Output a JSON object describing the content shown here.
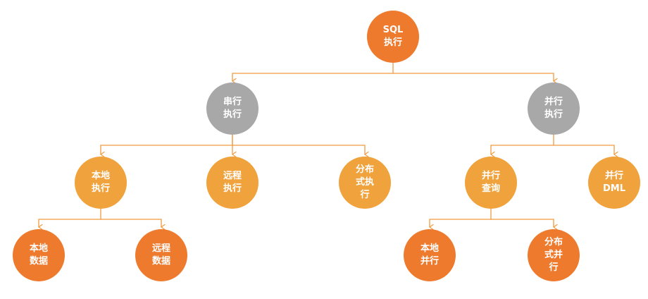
{
  "colors": {
    "orange_light": "#F0A23C",
    "orange_deep": "#EE7A2D",
    "gray": "#A8A8A8",
    "line": "#F29A3F",
    "text": "#FFFFFF"
  },
  "nodes": {
    "sql_exec": "SQL\n执行",
    "serial_exec": "串行\n执行",
    "parallel_exec": "并行\n执行",
    "local_exec": "本地\n执行",
    "remote_exec": "远程\n执行",
    "distributed_exec": "分布\n式执\n行",
    "parallel_query": "并行\n查询",
    "parallel_dml": "并行\nDML",
    "local_data": "本地\n数据",
    "remote_data": "远程\n数据",
    "local_parallel": "本地\n并行",
    "distributed_parallel": "分布\n式并\n行"
  }
}
